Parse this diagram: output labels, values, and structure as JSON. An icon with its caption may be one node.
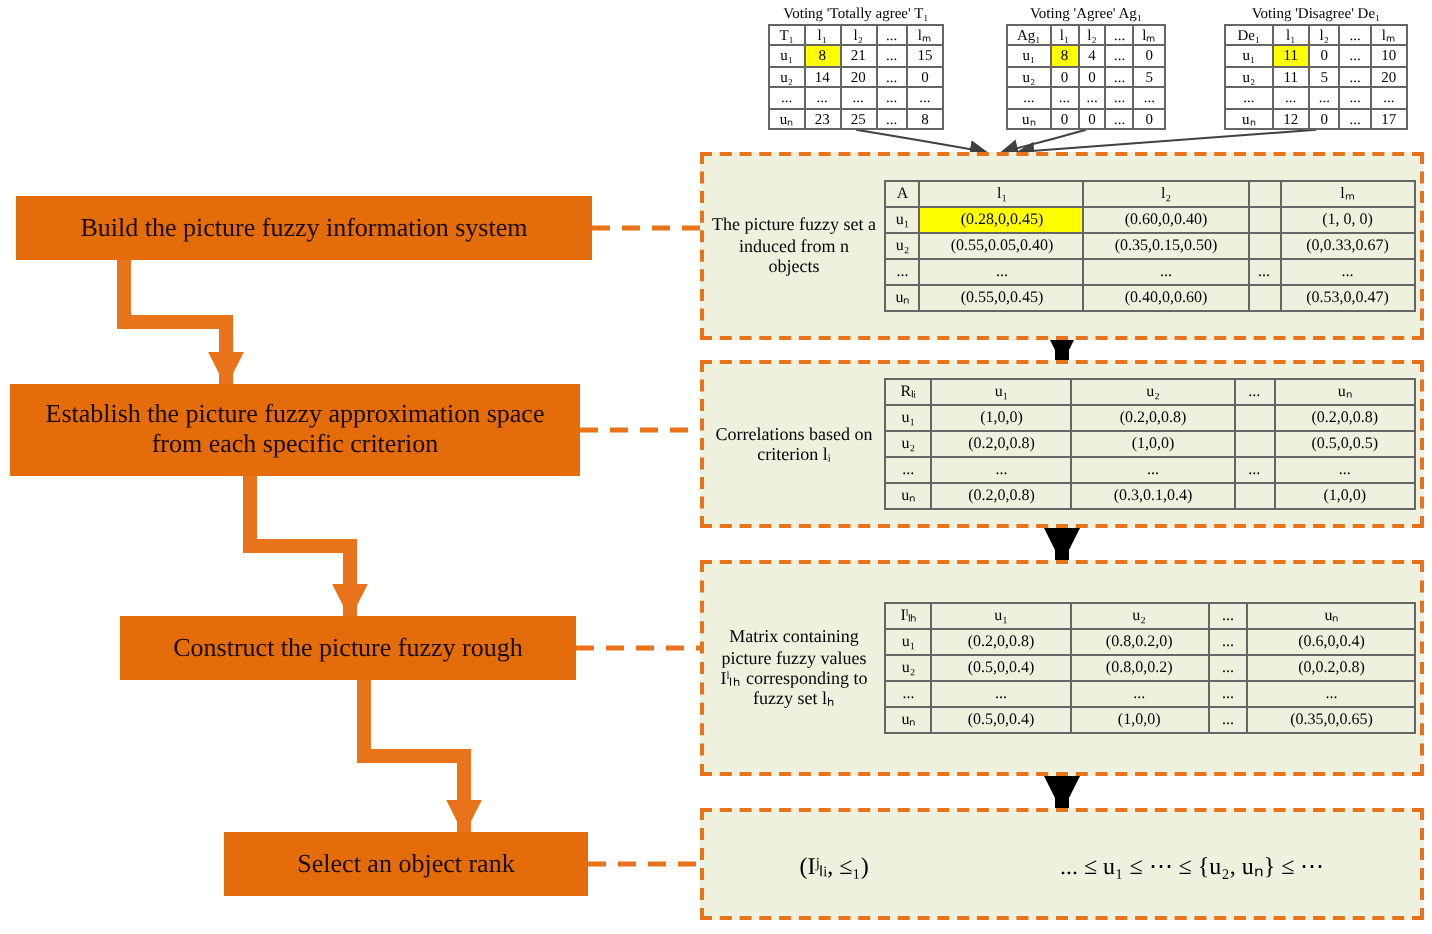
{
  "diagram": {
    "nodes": [
      {
        "text": [
          "Build the picture fuzzy information system"
        ]
      },
      {
        "text": [
          "Establish the picture fuzzy approximation space from each specific criterion"
        ]
      },
      {
        "text": [
          "Construct the picture fuzzy rough"
        ]
      },
      {
        "text": [
          "Select an object rank"
        ]
      },
      {
        "text": [
          "Voting 'Totally agree' T₁",
          "T₁",
          "l₁",
          "l₂",
          "...",
          "lₘ",
          "u₁",
          "8",
          "21",
          "...",
          "15",
          "u₂",
          "14",
          "20",
          "...",
          "0",
          "...",
          "...",
          "...",
          "...",
          "...",
          "uₙ",
          "23",
          "25",
          "...",
          "8"
        ]
      },
      {
        "text": [
          "Voting 'Agree' Ag₁",
          "Ag₁",
          "l₁",
          "l₂",
          "...",
          "lₘ",
          "u₁",
          "8",
          "4",
          "...",
          "0",
          "u₂",
          "0",
          "0",
          "...",
          "5",
          "...",
          "...",
          "...",
          "...",
          "...",
          "uₙ",
          "0",
          "0",
          "...",
          "0"
        ]
      },
      {
        "text": [
          "Voting 'Disagree' De₁",
          "De₁",
          "l₁",
          "l₂",
          "...",
          "lₘ",
          "u₁",
          "11",
          "0",
          "...",
          "10",
          "u₂",
          "11",
          "5",
          "...",
          "20",
          "...",
          "...",
          "...",
          "...",
          "...",
          "uₙ",
          "12",
          "0",
          "...",
          "17"
        ]
      },
      {
        "text": [
          "The picture fuzzy set a induced from n objects",
          "A",
          "l₁",
          "l₂",
          "lₘ",
          "u₁",
          "(0.28,0,0.45)",
          "(0.60,0,0.40)",
          "(1, 0, 0)",
          "u₂",
          "(0.55,0.05,0.40)",
          "(0.35,0.15,0.50)",
          "(0,0.33,0.67)",
          "...",
          "...",
          "...",
          "...",
          "...",
          "uₙ",
          "(0.55,0,0.45)",
          "(0.40,0,0.60)",
          "(0.53,0,0.47)"
        ]
      },
      {
        "text": [
          "Correlations based on criterion lᵢ",
          "Rₗᵢ",
          "u₁",
          "u₂",
          "...",
          "uₙ",
          "u₁",
          "(1,0,0)",
          "(0.2,0,0.8)",
          "(0.2,0,0.8)",
          "u₂",
          "(0.2,0,0.8)",
          "(1,0,0)",
          "(0.5,0,0.5)",
          "...",
          "...",
          "...",
          "...",
          "...",
          "uₙ",
          "(0.2,0,0.8)",
          "(0.3,0.1,0.4)",
          "(1,0,0)"
        ]
      },
      {
        "text": [
          "Matrix containing picture fuzzy values Iˡₗₕ corresponding to fuzzy set lₕ",
          "Iˡₗₕ",
          "u₁",
          "u₂",
          "...",
          "uₙ",
          "u₁",
          "(0.2,0,0.8)",
          "(0.8,0.2,0)",
          "...",
          "(0.6,0,0.4)",
          "u₂",
          "(0.5,0,0.4)",
          "(0.8,0,0.2)",
          "...",
          "(0,0.2,0.8)",
          "...",
          "...",
          "...",
          "...",
          "...",
          "uₙ",
          "(0.5,0,0.4)",
          "(1,0,0)",
          "...",
          "(0.35,0,0.65)"
        ]
      },
      {
        "text": [
          "(Iʲₗᵢ, ≤₁)",
          "... ≤ u₁ ≤ ⋯ ≤ {u₂, uₙ} ≤ ⋯"
        ]
      }
    ],
    "edges": [
      {
        "from": 0,
        "to": 1,
        "arrow": "to",
        "style": "thick"
      },
      {
        "from": 1,
        "to": 2,
        "arrow": "to",
        "style": "thick"
      },
      {
        "from": 2,
        "to": 3,
        "arrow": "to",
        "style": "thick"
      },
      {
        "from": 0,
        "to": 7,
        "arrow": "none",
        "style": "dashed"
      },
      {
        "from": 1,
        "to": 8,
        "arrow": "none",
        "style": "dashed"
      },
      {
        "from": 2,
        "to": 9,
        "arrow": "none",
        "style": "dashed"
      },
      {
        "from": 3,
        "to": 10,
        "arrow": "none",
        "style": "dashed"
      },
      {
        "from": 4,
        "to": 7,
        "arrow": "to",
        "color": "#404040"
      },
      {
        "from": 5,
        "to": 7,
        "arrow": "to",
        "color": "#404040"
      },
      {
        "from": 6,
        "to": 7,
        "arrow": "to",
        "color": "#404040"
      },
      {
        "from": 7,
        "to": 8,
        "arrow": "to",
        "style": "thick",
        "color": "#000000"
      },
      {
        "from": 8,
        "to": 9,
        "arrow": "to",
        "style": "thick",
        "color": "#000000"
      },
      {
        "from": 9,
        "to": 10,
        "arrow": "to",
        "style": "thick",
        "color": "#000000"
      }
    ]
  }
}
